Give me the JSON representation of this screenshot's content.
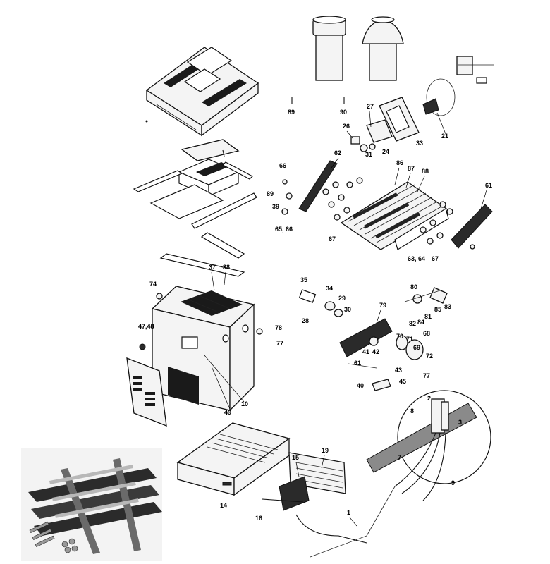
{
  "callouts": {
    "c89a": "89",
    "c90": "90",
    "c27": "27",
    "c26": "26",
    "c21": "21",
    "c31": "31",
    "c24": "24",
    "c33": "33",
    "c62": "62",
    "c66a": "66",
    "c89b": "89",
    "c39": "39",
    "c6566": "65, 66",
    "c67a": "67",
    "c86": "86",
    "c87": "87",
    "c88": "88",
    "c61a": "61",
    "c6364": "63, 64",
    "c67b": "67",
    "c37": "37",
    "c38": "38",
    "c74": "74",
    "c4748": "47,48",
    "c78": "78",
    "c77a": "77",
    "c49": "49",
    "c10": "10",
    "c35": "35",
    "c34": "34",
    "c29": "29",
    "c30": "30",
    "c28": "28",
    "c79": "79",
    "c80": "80",
    "c83": "83",
    "c85": "85",
    "c81": "81",
    "c82": "82",
    "c84": "84",
    "c68": "68",
    "c70": "70",
    "c71": "71",
    "c69": "69",
    "c41": "41",
    "c42": "42",
    "c61b": "61",
    "c43": "43",
    "c72": "72",
    "c77b": "77",
    "c40": "40",
    "c45": "45",
    "c2": "2",
    "c8": "8",
    "c3": "3",
    "c15": "15",
    "c19": "19",
    "c7": "7",
    "c9": "9",
    "c14": "14",
    "c16": "16",
    "c1": "1"
  }
}
